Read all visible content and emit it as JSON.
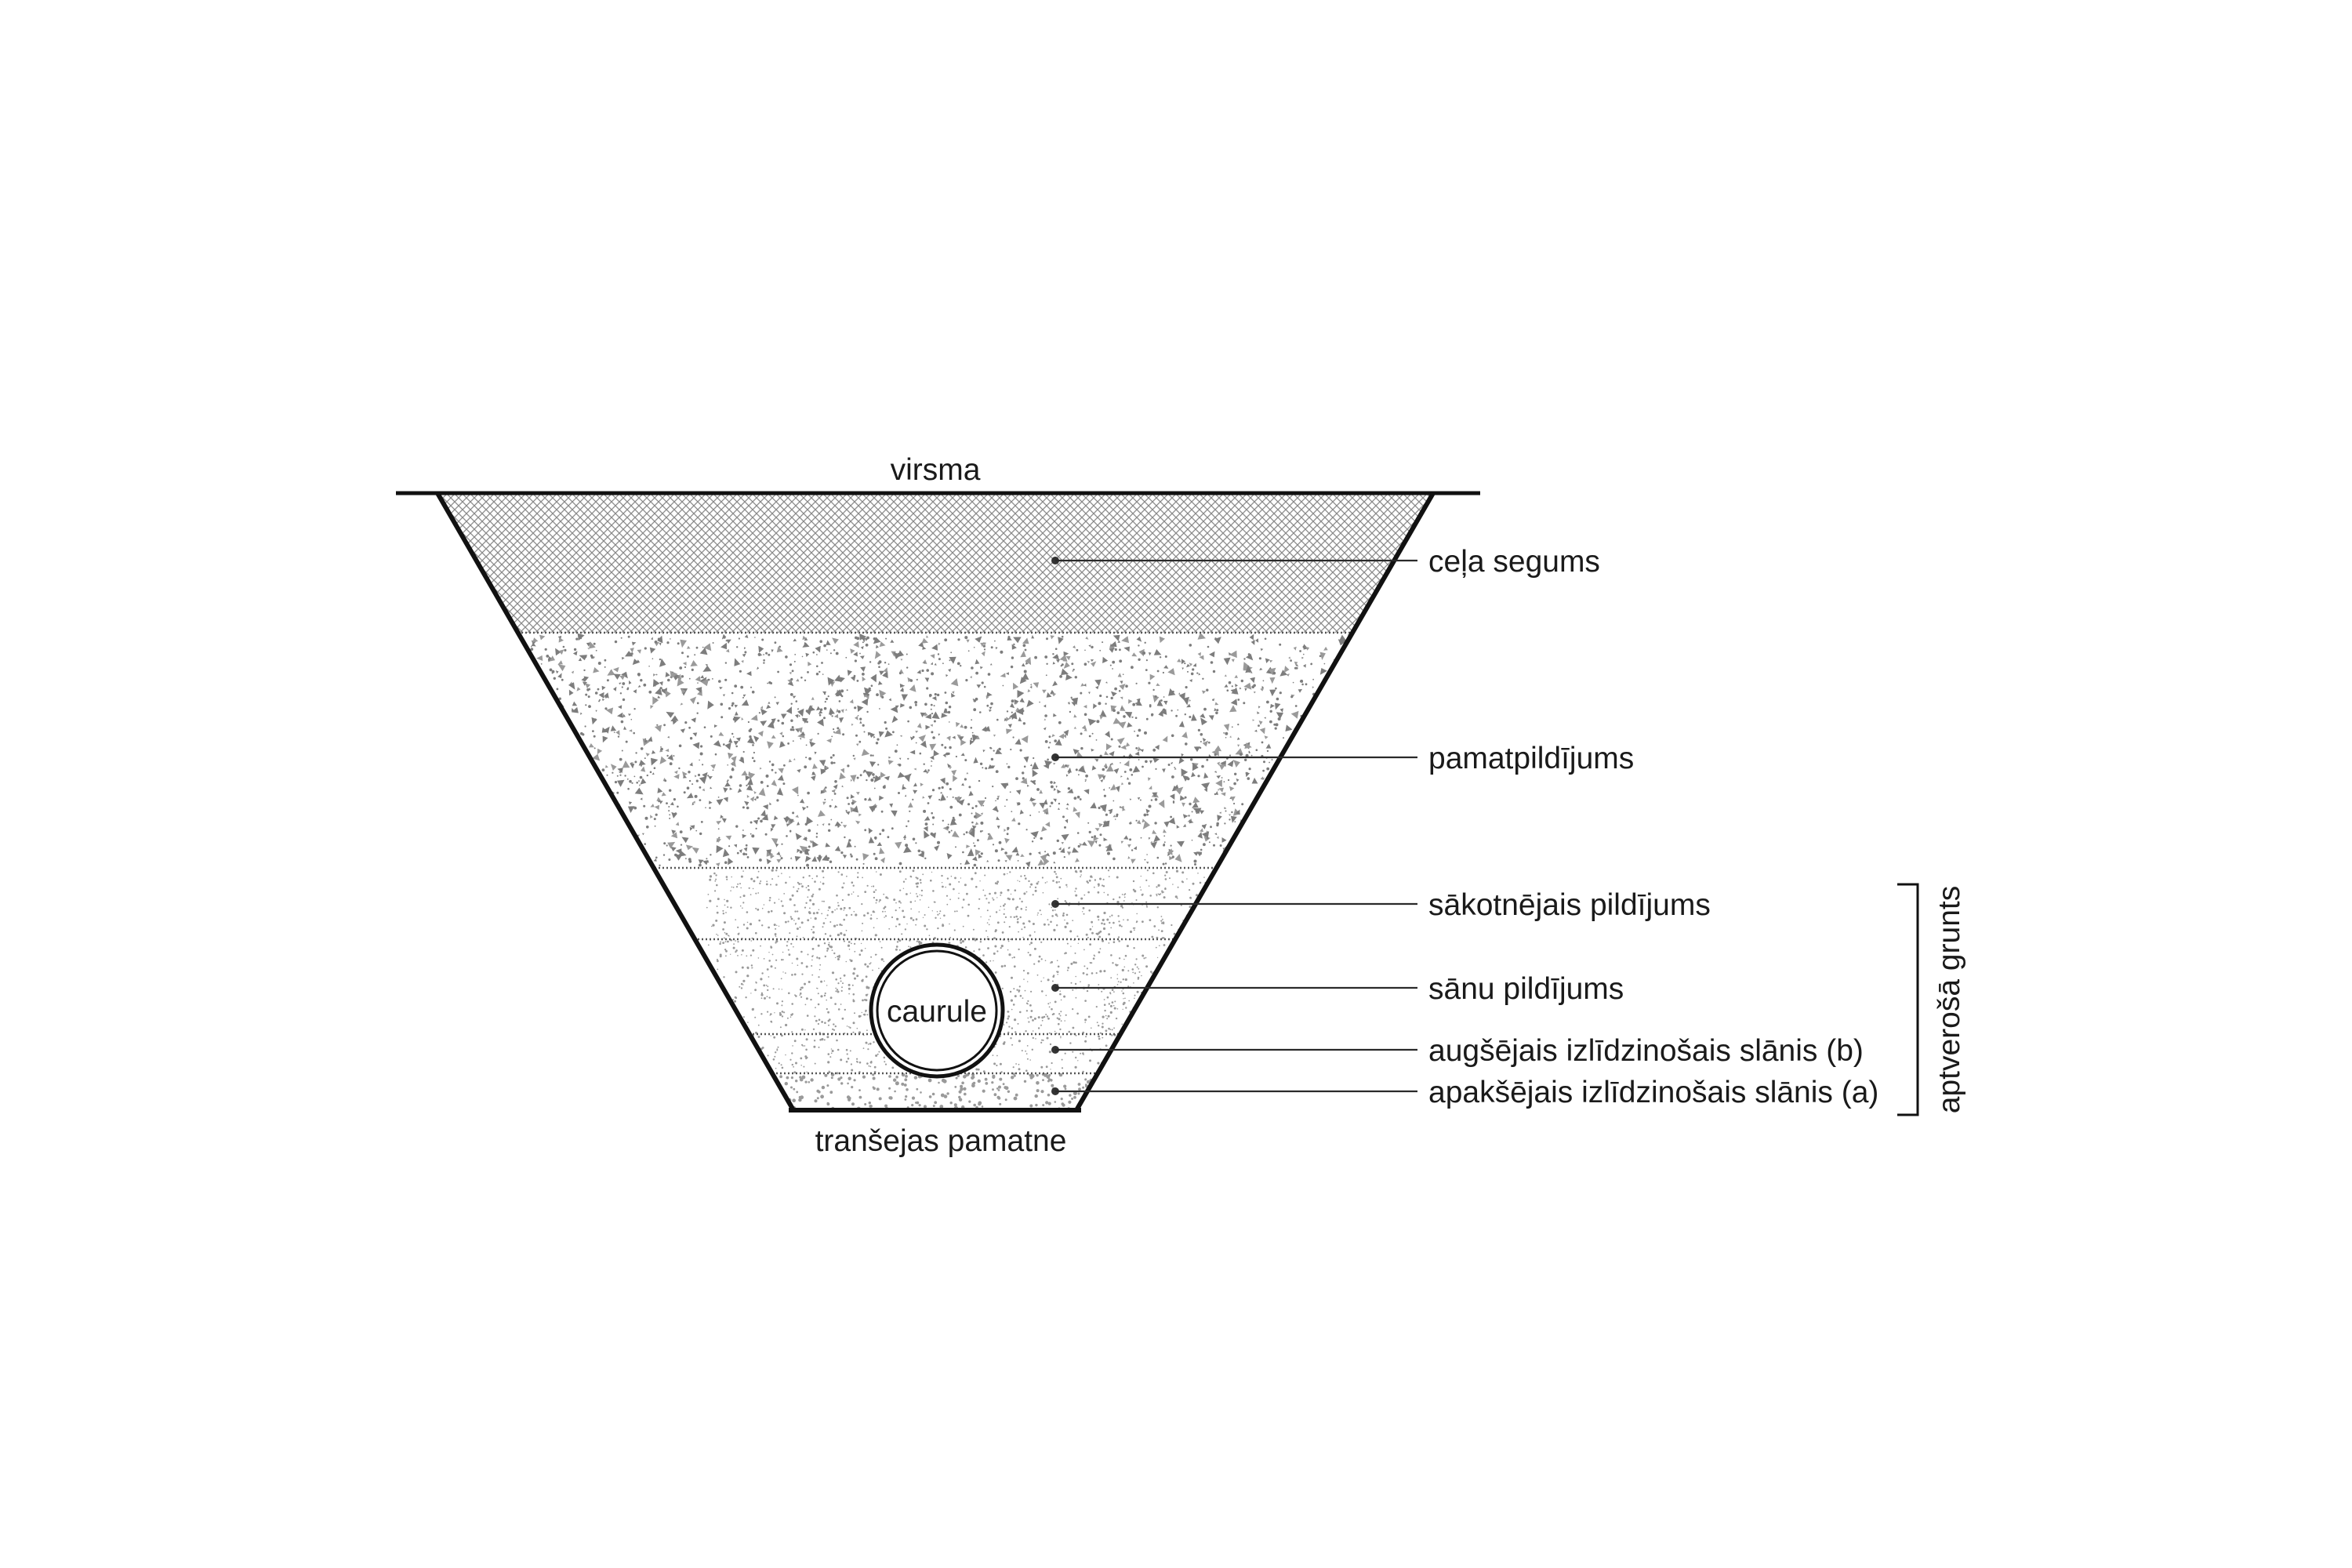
{
  "labels": {
    "surface": "virsma",
    "trench_bottom": "tranšejas pamatne",
    "pipe": "caurule",
    "bracket": "aptverošā grunts"
  },
  "layers": [
    {
      "id": "road-surface",
      "label": "ceļa segums",
      "pattern": "crosshatch"
    },
    {
      "id": "main-backfill",
      "label": "pamatpildījums",
      "pattern": "coarse-gravel"
    },
    {
      "id": "initial-backfill",
      "label": "sākotnējais pildījums",
      "pattern": "fine-sand"
    },
    {
      "id": "side-fill",
      "label": "sānu pildījums",
      "pattern": "fine-sand"
    },
    {
      "id": "upper-bedding",
      "label": "augšējais izlīdzinošais slānis (b)",
      "pattern": "fine-sand"
    },
    {
      "id": "lower-bedding",
      "label": "apakšējais izlīdzinošais slānis (a)",
      "pattern": "medium-sand"
    }
  ],
  "colors": {
    "outline": "#111111",
    "hatch": "#8a8a8a",
    "gravel": "#7d7d7d",
    "sand": "#9a9a9a"
  }
}
